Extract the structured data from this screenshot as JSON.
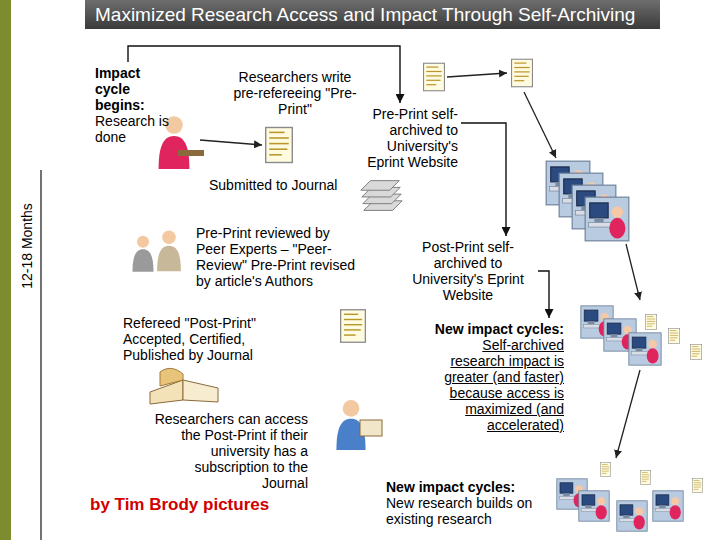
{
  "diagram": {
    "title": "Maximized Research Access and Impact Through Self-Archiving",
    "nodes": [
      {
        "text": [
          "Impact cycle begins:",
          "Research is done"
        ]
      },
      {
        "text": [
          "Researchers write pre-refereeing \"Pre-Print\""
        ]
      },
      {
        "text": [
          "Pre-Print self-archived to University's Eprint Website"
        ]
      },
      {
        "text": [
          "Submitted to Journal"
        ]
      },
      {
        "text": [
          "Pre-Print reviewed by Peer Experts – \"Peer-Review\" Pre-Print revised by article's Authors"
        ]
      },
      {
        "text": [
          "Refereed \"Post-Print\" Accepted, Certified, Published by Journal"
        ]
      },
      {
        "text": [
          "Researchers can access the Post-Print if their university has a subscription to the Journal"
        ]
      },
      {
        "text": [
          "Post-Print self-archived to University's Eprint Website"
        ]
      },
      {
        "text": [
          "New impact cycles:",
          "Self-archived research impact is greater (and faster) because access is maximized (and accelerated)"
        ]
      },
      {
        "text": [
          "New impact cycles:",
          "New research builds on existing research"
        ]
      }
    ],
    "edges": [
      {
        "from": 0,
        "to": 2,
        "arrow": "to"
      },
      {
        "from": 2,
        "to": 7,
        "arrow": "to"
      },
      {
        "from": 7,
        "to": 8,
        "arrow": "to"
      }
    ],
    "labels": [
      "12-18 Months",
      "by Tim Brody pictures"
    ]
  }
}
